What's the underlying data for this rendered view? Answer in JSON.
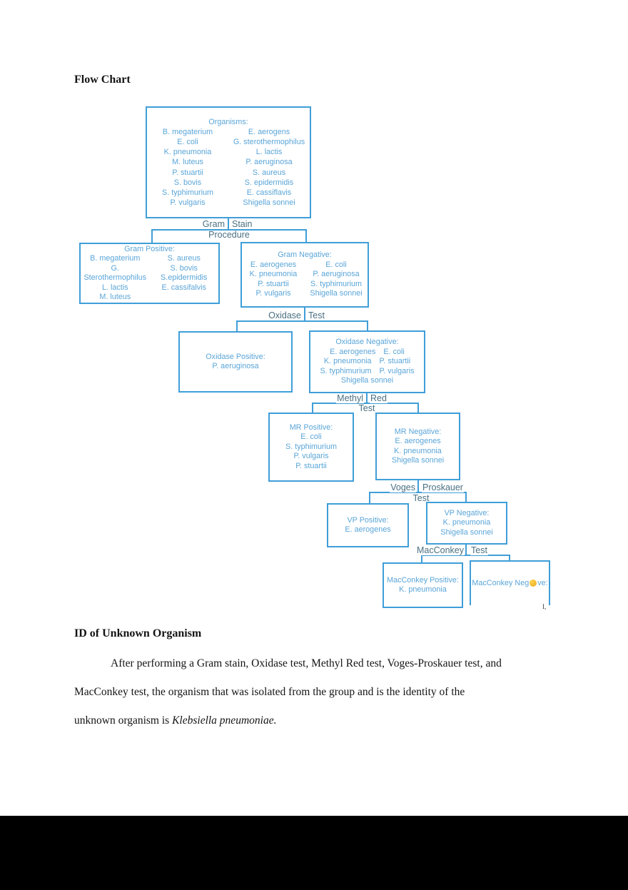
{
  "colors": {
    "line-blue": "#3f9ed8",
    "box-text-blue": "#5aa5d8",
    "label-gray": "#4a7082",
    "dot-yellow": "#f0b42e",
    "text-black": "#141414"
  },
  "page": {
    "heading_flowchart": "Flow Chart",
    "heading_id": "ID of Unknown Organism",
    "para_line1": "After performing a Gram stain, Oxidase test, Methyl Red test, Voges-Proskauer test, and",
    "para_line2": "MacConkey test, the organism that was isolated from the group and is the identity of the",
    "para_line3_prefix": "unknown organism is ",
    "para_line3_italic": "Klebsiella pneumoniae."
  },
  "flowchart": {
    "organisms": {
      "title": "Organisms:",
      "col1": [
        "B. megaterium",
        "E. coli",
        "K. pneumonia",
        "M. luteus",
        "P. stuartii",
        "S. bovis",
        "S. typhimurium",
        "P. vulgaris"
      ],
      "col2": [
        "E. aerogens",
        "G. sterothermophilus",
        "L. lactis",
        "P. aeruginosa",
        "S. aureus",
        "S. epidermidis",
        "E. cassiflavis",
        "Shigella sonnei"
      ]
    },
    "connectors": {
      "gram": {
        "l1a": "Gram",
        "l1b": "Stain",
        "l2": "Procedure"
      },
      "oxidase": {
        "l1a": "Oxidase",
        "l1b": "Test"
      },
      "methyl_red": {
        "l1a": "Methyl",
        "l1b": "Red",
        "l2": "Test"
      },
      "voges": {
        "l1a": "Voges",
        "l1b": "Proskauer",
        "l2": "Test"
      },
      "macconkey": {
        "l1a": "MacConkey",
        "l1b": "Test"
      }
    },
    "gram_positive": {
      "title": "Gram Positive:",
      "col1": [
        "B. megaterium",
        "G. Sterothermophilus",
        "L. lactis",
        "M. luteus"
      ],
      "col2": [
        "S. aureus",
        "S. bovis",
        "S.epidermidis",
        "E. cassifalvis"
      ]
    },
    "gram_negative": {
      "title": "Gram Negative:",
      "col1": [
        "E. aerogenes",
        "K. pneumonia",
        "P. stuartii",
        "P. vulgaris"
      ],
      "col2": [
        "E. coli",
        "P. aeruginosa",
        "S. typhimurium",
        "Shigella sonnei"
      ]
    },
    "oxidase_positive": {
      "title": "Oxidase Positive:",
      "items": [
        "P. aeruginosa"
      ]
    },
    "oxidase_negative": {
      "title": "Oxidase Negative:",
      "rows": [
        [
          "E. aerogenes",
          "E. coli"
        ],
        [
          "K. pneumonia",
          "P. stuartii"
        ],
        [
          "S. typhimurium",
          "P. vulgaris"
        ]
      ],
      "last": "Shigella sonnei"
    },
    "mr_positive": {
      "title": "MR Positive:",
      "items": [
        "E. coli",
        "S. typhimurium",
        "P. vulgaris",
        "P. stuartii"
      ]
    },
    "mr_negative": {
      "title": "MR Negative:",
      "items": [
        "E. aerogenes",
        "K. pneumonia",
        "Shigella sonnei"
      ]
    },
    "vp_positive": {
      "title": "VP Positive:",
      "items": [
        "E. aerogenes"
      ]
    },
    "vp_negative": {
      "title": "VP Negative:",
      "items": [
        "K. pneumonia",
        "Shigella sonnei"
      ]
    },
    "macconkey_positive": {
      "title": "MacConkey Positive:",
      "items": [
        "K. pneumonia"
      ]
    },
    "macconkey_negative": {
      "title_prefix": "MacConkey Neg",
      "title_suffix": "ve:"
    },
    "artifact": "I,"
  }
}
